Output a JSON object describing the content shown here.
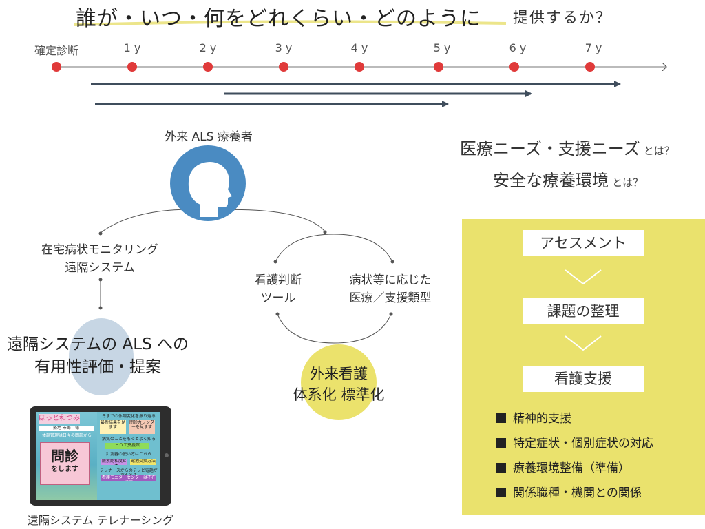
{
  "title": {
    "main": "誰が・いつ・何をどれくらい・どのように",
    "sub": "提供するか？"
  },
  "timeline": {
    "labels": [
      "確定診断",
      "1 y",
      "2 y",
      "3 y",
      "4 y",
      "5 y",
      "6 y",
      "7 y"
    ]
  },
  "patient_label": "外来 ALS 療養者",
  "questions": {
    "q1_main": "医療ニーズ・支援ニーズ",
    "q1_suffix": "とは？",
    "q2_main": "安全な療養環境",
    "q2_suffix": "とは？"
  },
  "monitoring": {
    "line1": "在宅病状モニタリング",
    "line2": "遠隔システム"
  },
  "nursing_tool": {
    "line1": "看護判断",
    "line2": "ツール"
  },
  "care_type": {
    "line1": "病状等に応じた",
    "line2": "医療／支援類型"
  },
  "eval": {
    "line1": "遠隔システムの ALS への",
    "line2": "有用性評価・提案"
  },
  "outpatient": {
    "line1": "外来看護",
    "line2": "体系化 標準化"
  },
  "tablet": {
    "caption": "遠隔システム テレナーシング",
    "logo": "ほっと和つみ",
    "user": "築地 市郎　様",
    "left_note": "体調管理は日々の問診から",
    "big_button_line1": "問診",
    "big_button_line2": "をします",
    "section1": "今までの体調変化を振り返る",
    "btn_latest": "最新結果を見ます",
    "btn_calendar": "問診カレンダーを見ます",
    "section2": "病気のことをもっとよく知る",
    "btn_hot": "ＨＯＴ支援館",
    "section3": "計測器の使い方はこちら",
    "btn_oxygen": "酸素飽和度ビデオ",
    "btn_battery": "電池交換方法",
    "section4": "テレナースからのテレビ電話が来たとき",
    "btn_monitor": "看護モニターセンターは不在です"
  },
  "process": {
    "steps": [
      "アセスメント",
      "課題の整理",
      "看護支援"
    ],
    "items": [
      "精神的支援",
      "特定症状・個別症状の対応",
      "療養環境整備（準備）",
      "関係職種・機関との関係"
    ]
  },
  "colors": {
    "timeline_dot": "#e03a3a",
    "arrow": "#3f4d5c",
    "patient_icon": "#4a8bc2",
    "panel": "#eae26d",
    "eval_circle": "#c7d6e4",
    "outpatient_circle": "#ebe26c"
  },
  "icons": {
    "patient": "head-silhouette-icon",
    "bullet": "square-bullet-icon",
    "chevron": "chevron-down-icon"
  }
}
